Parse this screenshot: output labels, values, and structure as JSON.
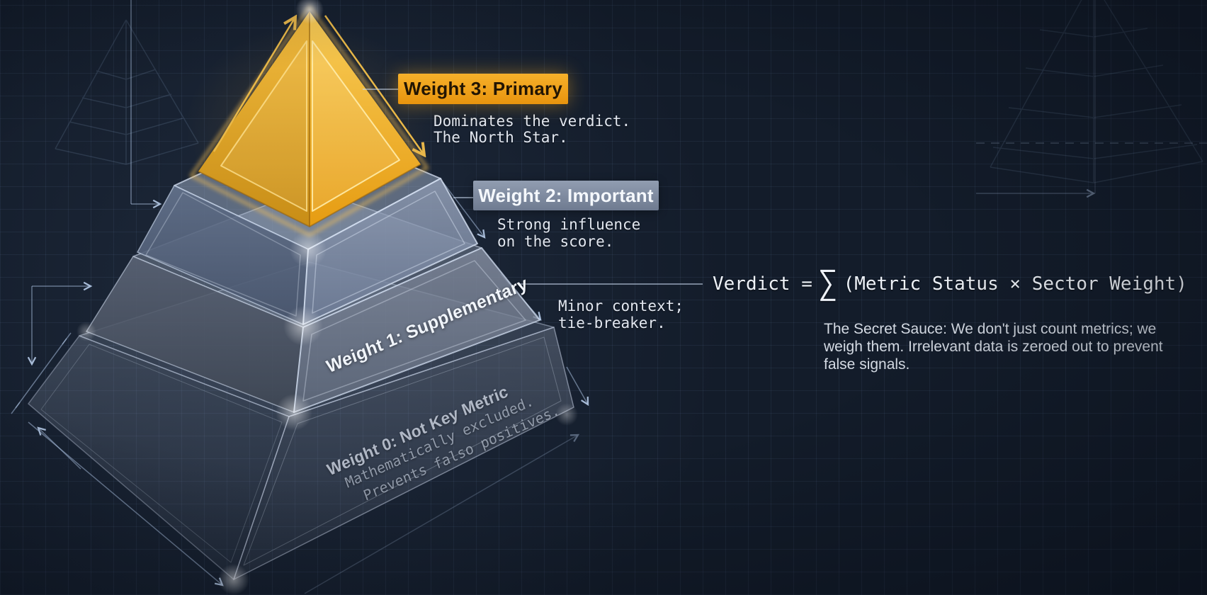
{
  "colors": {
    "background": "#131c2a",
    "gold_accent": "#f2a41e",
    "slate_accent": "#8894ab",
    "text_light": "#dfe4ec"
  },
  "pyramid": {
    "weight3": {
      "label": "Weight 3: Primary",
      "desc_line1": "Dominates the verdict.",
      "desc_line2": "The North Star."
    },
    "weight2": {
      "label": "Weight 2: Important",
      "desc_line1": "Strong influence",
      "desc_line2": "on the score."
    },
    "weight1": {
      "face_label": "Weight 1: Supplementary",
      "desc_line1": "Minor context;",
      "desc_line2": "tie-breaker."
    },
    "weight0": {
      "face_label": "Weight 0: Not Key Metric",
      "face_line1": "Mathematically excluded.",
      "face_line2": "Prevents falso positives."
    }
  },
  "formula": {
    "lhs": "Verdict =",
    "sigma": "∑",
    "rhs": "(Metric Status × Sector Weight)"
  },
  "note": {
    "text": "The Secret Sauce: We don't just count metrics; we weigh them. Irrelevant data is zeroed out to prevent false signals."
  }
}
